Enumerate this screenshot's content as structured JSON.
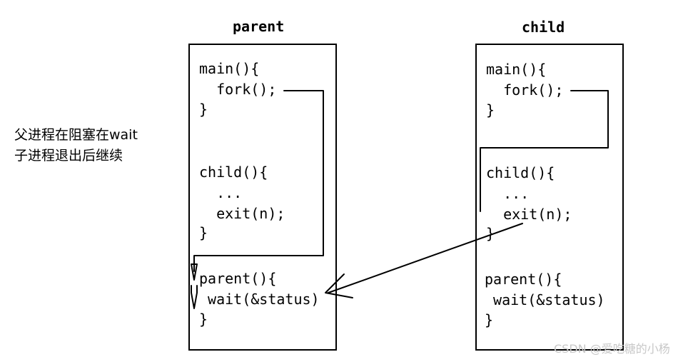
{
  "parent": {
    "title": "parent",
    "lines": [
      "main(){",
      "  fork();",
      "}",
      "child(){",
      "  ...",
      "  exit(n);",
      "}",
      "parent(){",
      " wait(&status)",
      "}"
    ]
  },
  "child": {
    "title": "child",
    "lines": [
      "main(){",
      "  fork();",
      "}",
      "child(){",
      "  ...",
      "  exit(n);",
      "}",
      "parent(){",
      " wait(&status)",
      "}"
    ]
  },
  "note": {
    "line1": "父进程在阻塞在wait",
    "line2": "子进程退出后继续"
  },
  "watermark": "CSDN @爱吃糖的小杨"
}
